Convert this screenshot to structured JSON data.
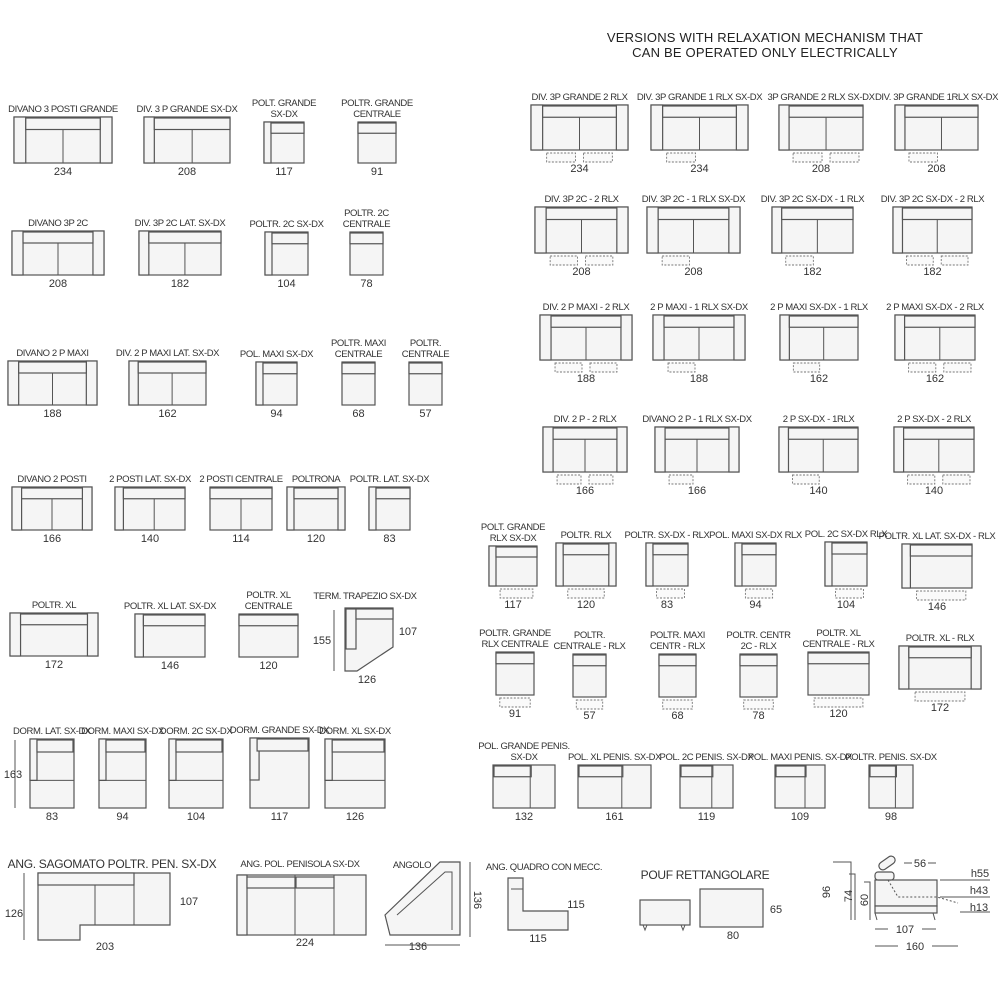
{
  "header": {
    "line1": "VERSIONS WITH RELAXATION MECHANISM THAT",
    "line2": "CAN BE OPERATED ONLY ELECTRICALLY"
  },
  "modules": [
    {
      "label": [
        "DIVANO 3 POSTI GRANDE"
      ],
      "size": "234"
    },
    {
      "label": [
        "DIV. 3 P GRANDE  SX-DX"
      ],
      "size": "208"
    },
    {
      "label": [
        "POLT. GRANDE",
        "SX-DX"
      ],
      "size": "117"
    },
    {
      "label": [
        "POLTR. GRANDE",
        "CENTRALE"
      ],
      "size": "91"
    },
    {
      "label": [
        "DIVANO 3P 2C"
      ],
      "size": "208"
    },
    {
      "label": [
        "DIV. 3P 2C LAT. SX-DX"
      ],
      "size": "182"
    },
    {
      "label": [
        "POLTR. 2C SX-DX"
      ],
      "size": "104"
    },
    {
      "label": [
        "POLTR. 2C",
        "CENTRALE"
      ],
      "size": "78"
    },
    {
      "label": [
        "DIVANO 2 P MAXI"
      ],
      "size": "188"
    },
    {
      "label": [
        "DIV. 2 P MAXI LAT. SX-DX"
      ],
      "size": "162"
    },
    {
      "label": [
        "POL. MAXI SX-DX"
      ],
      "size": "94"
    },
    {
      "label": [
        "POLTR. MAXI",
        "CENTRALE"
      ],
      "size": "68"
    },
    {
      "label": [
        "POLTR.",
        "CENTRALE"
      ],
      "size": "57"
    },
    {
      "label": [
        "DIVANO 2 POSTI"
      ],
      "size": "166"
    },
    {
      "label": [
        "2 POSTI LAT. SX-DX"
      ],
      "size": "140"
    },
    {
      "label": [
        "2 POSTI CENTRALE"
      ],
      "size": "114"
    },
    {
      "label": [
        "POLTRONA"
      ],
      "size": "120"
    },
    {
      "label": [
        "POLTR. LAT. SX-DX"
      ],
      "size": "83"
    },
    {
      "label": [
        "POLTR. XL"
      ],
      "size": "172"
    },
    {
      "label": [
        "POLTR. XL LAT. SX-DX"
      ],
      "size": "146"
    },
    {
      "label": [
        "POLTR. XL",
        "CENTRALE"
      ],
      "size": "120"
    },
    {
      "label": [
        "DORM. LAT. SX-DX"
      ],
      "size": "83"
    },
    {
      "label": [
        "DORM. MAXI SX-DX"
      ],
      "size": "94"
    },
    {
      "label": [
        "DORM. 2C SX-DX"
      ],
      "size": "104"
    },
    {
      "label": [
        "DORM. GRANDE SX-DX"
      ],
      "size": "117"
    },
    {
      "label": [
        "DORM. XL SX-DX"
      ],
      "size": "126"
    }
  ],
  "relax_modules": [
    {
      "label": [
        "DIV. 3P GRANDE 2 RLX"
      ],
      "size": "234"
    },
    {
      "label": [
        "DIV. 3P GRANDE 1 RLX SX-DX"
      ],
      "size": "234"
    },
    {
      "label": [
        "3P GRANDE 2 RLX SX-DX"
      ],
      "size": "208"
    },
    {
      "label": [
        "DIV. 3P GRANDE 1RLX SX-DX"
      ],
      "size": "208"
    },
    {
      "label": [
        "DIV. 3P 2C  - 2 RLX"
      ],
      "size": "208"
    },
    {
      "label": [
        "DIV. 3P 2C  - 1 RLX SX-DX"
      ],
      "size": "208"
    },
    {
      "label": [
        "DIV. 3P 2C SX-DX - 1 RLX"
      ],
      "size": "182"
    },
    {
      "label": [
        "DIV. 3P 2C SX-DX - 2 RLX"
      ],
      "size": "182"
    },
    {
      "label": [
        "DIV. 2 P MAXI - 2 RLX"
      ],
      "size": "188"
    },
    {
      "label": [
        "2 P MAXI - 1 RLX SX-DX"
      ],
      "size": "188"
    },
    {
      "label": [
        "2 P MAXI SX-DX - 1 RLX"
      ],
      "size": "162"
    },
    {
      "label": [
        "2 P MAXI SX-DX - 2 RLX"
      ],
      "size": "162"
    },
    {
      "label": [
        "DIV. 2 P - 2 RLX"
      ],
      "size": "166"
    },
    {
      "label": [
        "DIVANO 2 P - 1 RLX SX-DX"
      ],
      "size": "166"
    },
    {
      "label": [
        "2 P SX-DX - 1RLX"
      ],
      "size": "140"
    },
    {
      "label": [
        "2 P SX-DX - 2 RLX"
      ],
      "size": "140"
    },
    {
      "label": [
        "POLT. GRANDE",
        "RLX SX-DX"
      ],
      "size": "117"
    },
    {
      "label": [
        "POLTR. RLX"
      ],
      "size": "120"
    },
    {
      "label": [
        "POLTR. SX-DX - RLX"
      ],
      "size": "83"
    },
    {
      "label": [
        "POL. MAXI SX-DX  RLX"
      ],
      "size": "94"
    },
    {
      "label": [
        "POL. 2C SX-DX RLX"
      ],
      "size": "104"
    },
    {
      "label": [
        "POLTR. XL LAT. SX-DX - RLX"
      ],
      "size": "146"
    },
    {
      "label": [
        "POLTR. GRANDE",
        "RLX CENTRALE"
      ],
      "size": "91"
    },
    {
      "label": [
        "POLTR.",
        "CENTRALE - RLX"
      ],
      "size": "57"
    },
    {
      "label": [
        "POLTR. MAXI",
        "CENTR - RLX"
      ],
      "size": "68"
    },
    {
      "label": [
        "POLTR. CENTR",
        "2C - RLX"
      ],
      "size": "78"
    },
    {
      "label": [
        "POLTR. XL",
        "CENTRALE - RLX"
      ],
      "size": "120"
    },
    {
      "label": [
        "POLTR. XL - RLX"
      ],
      "size": "172"
    },
    {
      "label": [
        "POL. GRANDE PENIS.",
        "SX-DX"
      ],
      "size": "132"
    },
    {
      "label": [
        "POL. XL PENIS. SX-DX"
      ],
      "size": "161"
    },
    {
      "label": [
        "POL. 2C PENIS. SX-DX"
      ],
      "size": "119"
    },
    {
      "label": [
        "POL. MAXI PENIS. SX-DX"
      ],
      "size": "109"
    },
    {
      "label": [
        "POLTR. PENIS. SX-DX"
      ],
      "size": "98"
    }
  ],
  "special": {
    "trapezio": {
      "label": "TERM. TRAPEZIO SX-DX",
      "depth": "155",
      "side": "107",
      "width": "126"
    },
    "dorm_depth": "163",
    "ang_sagomato": {
      "label": "ANG. SAGOMATO POLTR. PEN. SX-DX",
      "width": "203",
      "depth": "126",
      "side": "107"
    },
    "ang_penisola": {
      "label": "ANG. POL. PENISOLA SX-DX",
      "width": "224"
    },
    "angolo": {
      "label": "ANGOLO",
      "width": "136",
      "depth": "136"
    },
    "ang_quadro": {
      "label": "ANG. QUADRO CON MECC.",
      "width": "115",
      "depth": "115"
    },
    "pouf": {
      "label": "POUF RETTANGOLARE",
      "depth": "65",
      "width": "80"
    },
    "profile": {
      "h_total": "96",
      "h_arm": "74",
      "h_seat": "60",
      "headrest": "56",
      "h55": "h55",
      "h43": "h43",
      "h13": "h13",
      "depth": "107",
      "depth_open": "160"
    }
  }
}
